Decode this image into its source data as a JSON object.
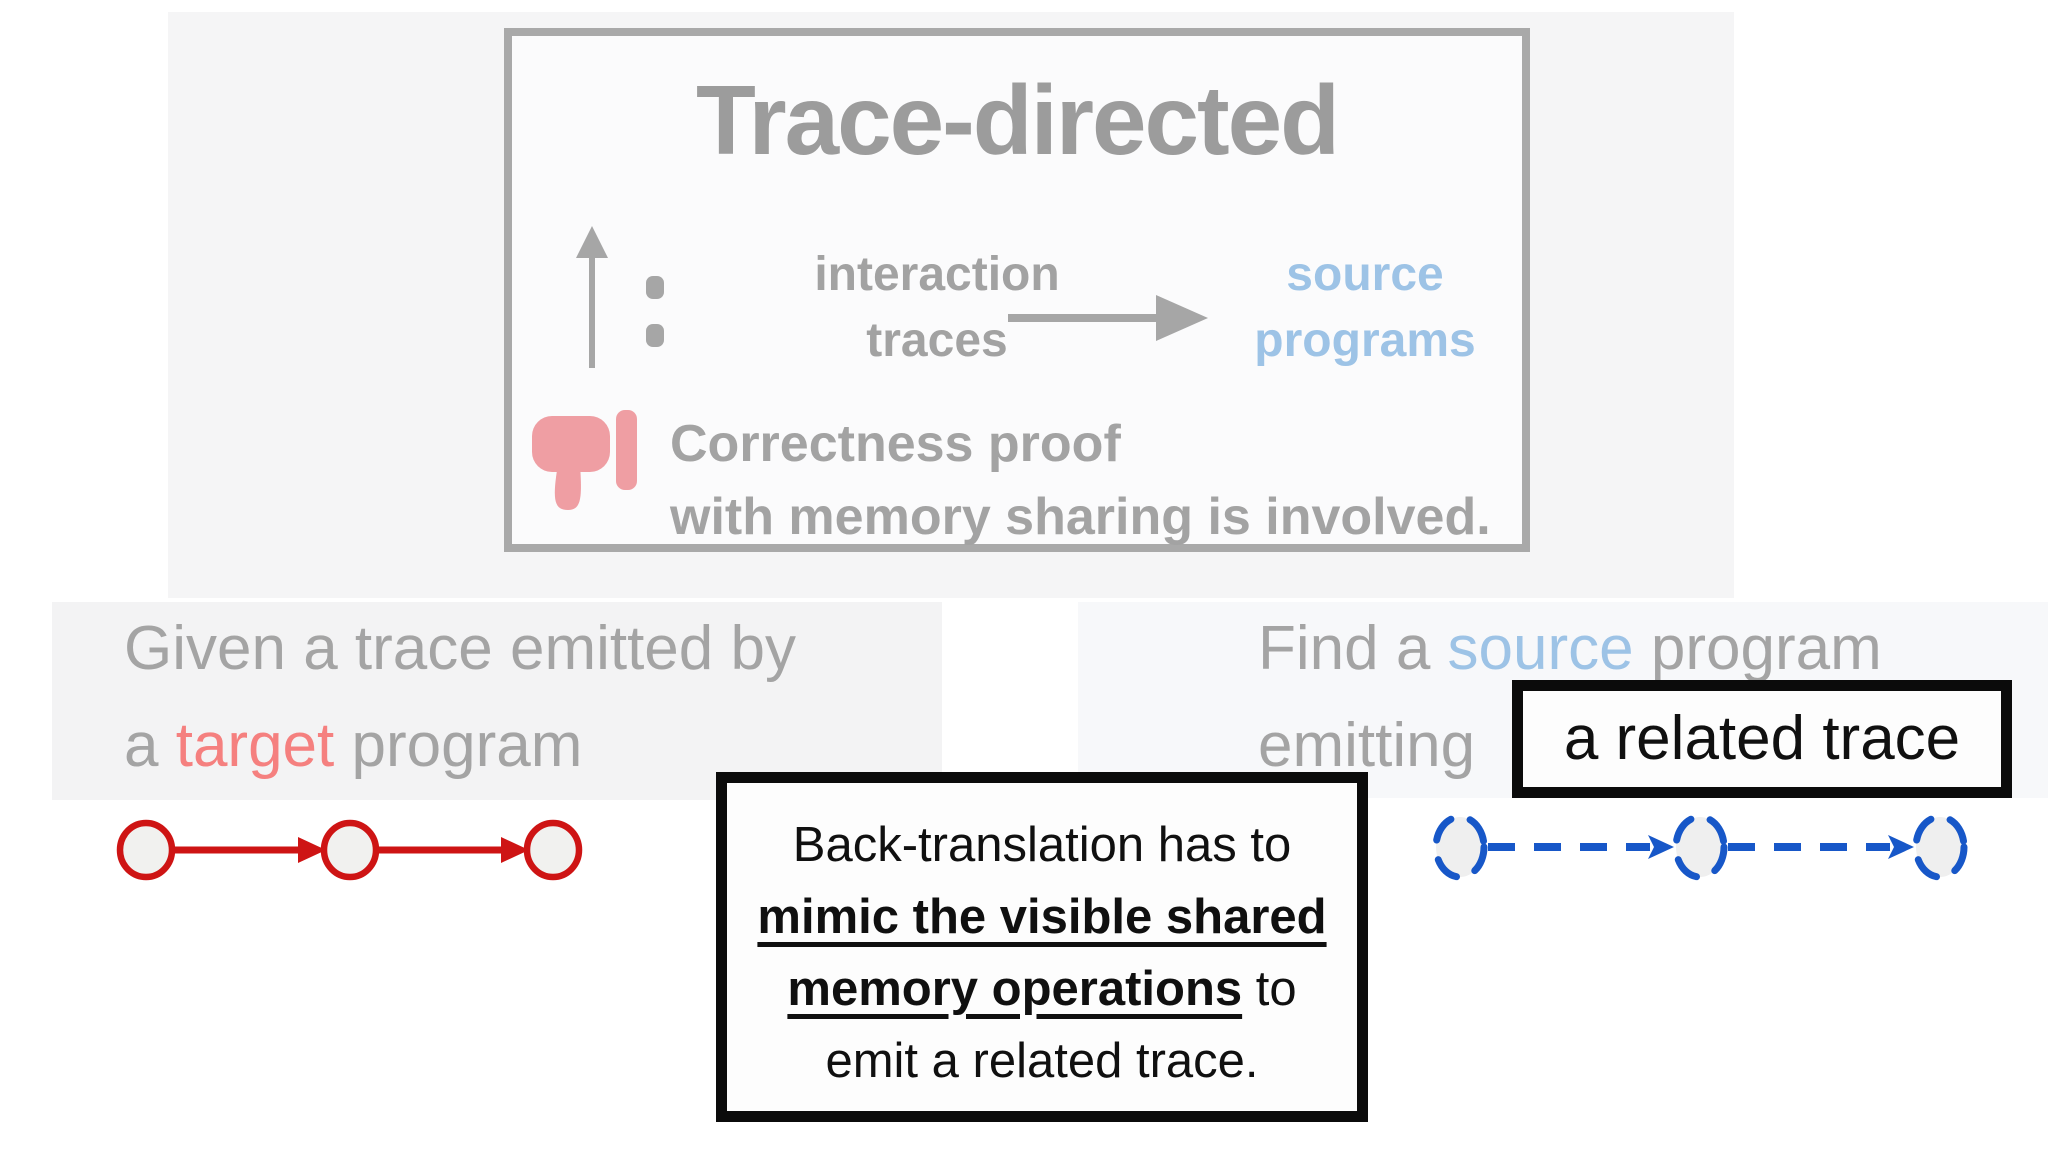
{
  "slide": {
    "top_box": {
      "title": "Trace-directed",
      "left_term_line1": "interaction",
      "left_term_line2": "traces",
      "right_term_line1": "source",
      "right_term_line2": "programs",
      "note_line1": "Correctness proof",
      "note_line2": "with memory sharing is involved."
    },
    "left_caption": {
      "line1": "Given a trace emitted by",
      "line2_pre": "a ",
      "line2_highlight": "target",
      "line2_post": " program"
    },
    "right_caption": {
      "line1_pre": "Find a ",
      "line1_highlight": "source",
      "line1_post": " program",
      "line2": "emitting",
      "callout": "a related trace"
    },
    "center_note": {
      "line1": "Back-translation has to",
      "line2": "mimic the visible shared",
      "line3_underlined": "memory operations",
      "line3_rest": " to",
      "line4": "emit a related trace."
    },
    "diagram": {
      "target_trace_nodes": 3,
      "source_trace_nodes": 3,
      "target_trace_style": "solid",
      "source_trace_style": "dashed"
    },
    "colors": {
      "target_trace_red": "#CE1414",
      "target_text_pink": "#F5807F",
      "source_text_blue": "#9DC3E6",
      "source_trace_blue": "#1757C8",
      "gray_text": "#A2A2A2",
      "box_border_gray": "#A9A9A9",
      "thumb_pink": "#EF9EA3"
    },
    "icons": {
      "dislike": "thumbs-down-icon",
      "up_map": "up-arrow-icon",
      "to": "right-arrow-icon"
    }
  }
}
